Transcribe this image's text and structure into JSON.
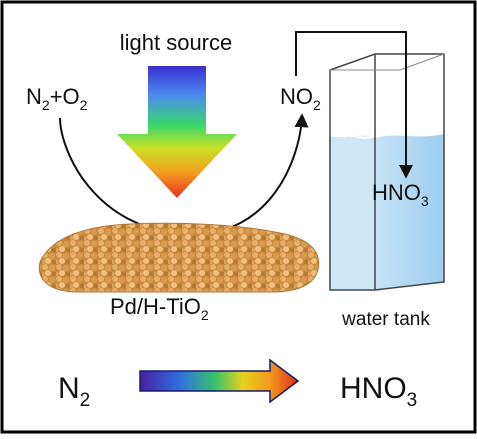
{
  "labels": {
    "light_source": "light source",
    "reactant_main": "N",
    "reactant_sub1": "2",
    "reactant_plus": "+O",
    "reactant_sub2": "2",
    "intermediate_main": "NO",
    "intermediate_sub": "2",
    "product_main": "HNO",
    "product_sub": "3",
    "catalyst_main": "Pd/H-TiO",
    "catalyst_sub": "2",
    "water_tank": "water tank"
  },
  "summary": {
    "start_main": "N",
    "start_sub": "2",
    "end_main": "HNO",
    "end_sub": "3"
  },
  "colors": {
    "frame": "#000000",
    "text": "#111111",
    "water": "#a9d3f0",
    "catalyst": "#d69a4a",
    "arrow_outline": "#1a1a6a"
  }
}
